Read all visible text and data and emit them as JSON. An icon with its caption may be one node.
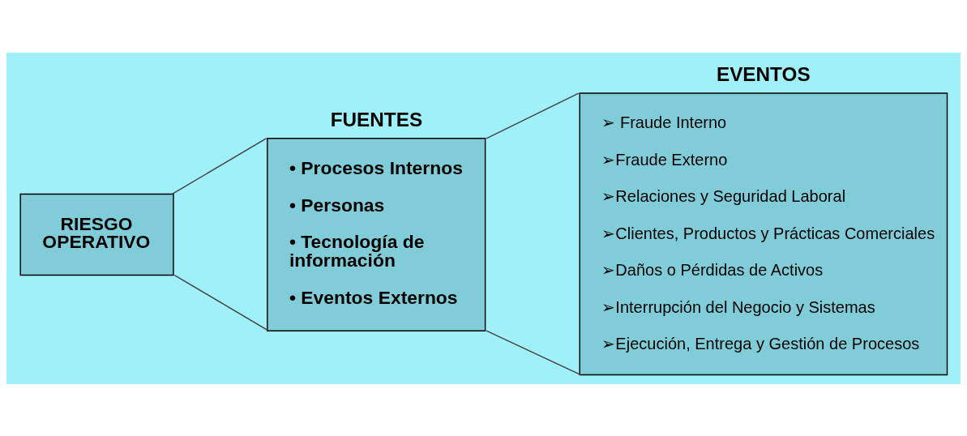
{
  "diagram": {
    "nodes": [
      {
        "text": [
          "RIESGO OPERATIVO"
        ]
      },
      {
        "text": [
          "FUENTES",
          "• Procesos Internos",
          "• Personas",
          "• Tecnología de información",
          "• Eventos Externos"
        ]
      },
      {
        "text": [
          "EVENTOS",
          "➢ Fraude Interno",
          "➢Fraude Externo",
          "➢Relaciones y Seguridad Laboral",
          "➢Clientes, Productos y Prácticas Comerciales",
          "➢Daños o Pérdidas de Activos",
          "➢Interrupción del Negocio y Sistemas",
          "➢Ejecución, Entrega y Gestión de Procesos"
        ]
      }
    ],
    "edges": [
      {
        "from": 0,
        "to": 1,
        "arrow": "none"
      },
      {
        "from": 0,
        "to": 1,
        "arrow": "none"
      },
      {
        "from": 1,
        "to": 2,
        "arrow": "none"
      },
      {
        "from": 1,
        "to": 2,
        "arrow": "none"
      }
    ]
  }
}
